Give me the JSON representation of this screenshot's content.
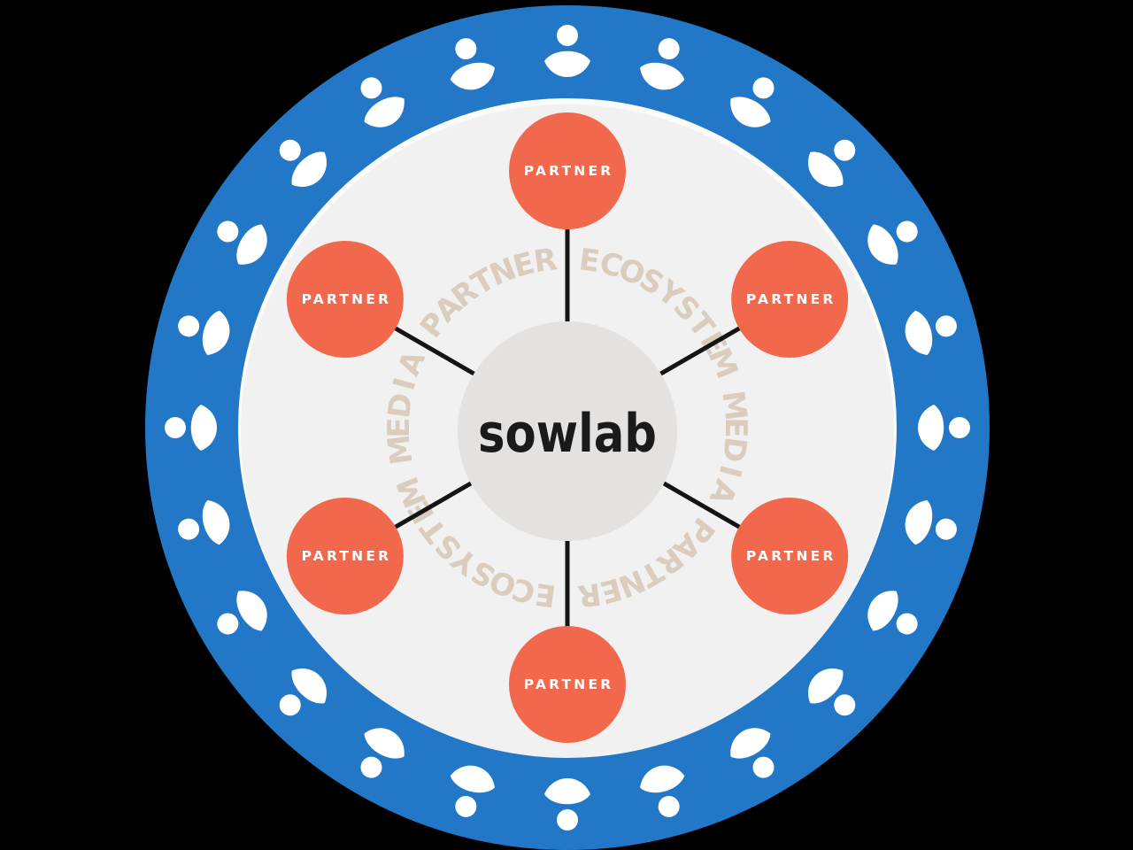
{
  "background_color": "#000000",
  "brand": {
    "name": "sowlab",
    "color": "#1A1A1A"
  },
  "hub": {
    "fill": "#E3E2E1"
  },
  "inner_disc": {
    "fill": "#F0F1F0",
    "rim_fill": "#FBFBF9"
  },
  "outer_ring": {
    "fill": "#2277C6",
    "icon": "person-icon",
    "icon_color": "#FFFFFF",
    "icon_count": 24
  },
  "ring_text": {
    "phrase": "MEDIA PARTNER ECOSYSTEM",
    "repeats": 2,
    "color": "#DBCDBE"
  },
  "connectors": {
    "count": 6,
    "color": "#141414"
  },
  "partners": {
    "fill": "#F2684C",
    "label_color": "#FFFFFF",
    "nodes": [
      {
        "label": "PARTNER",
        "angle_deg": 0
      },
      {
        "label": "PARTNER",
        "angle_deg": 60
      },
      {
        "label": "PARTNER",
        "angle_deg": 120
      },
      {
        "label": "PARTNER",
        "angle_deg": 180
      },
      {
        "label": "PARTNER",
        "angle_deg": 240
      },
      {
        "label": "PARTNER",
        "angle_deg": 300
      }
    ]
  }
}
